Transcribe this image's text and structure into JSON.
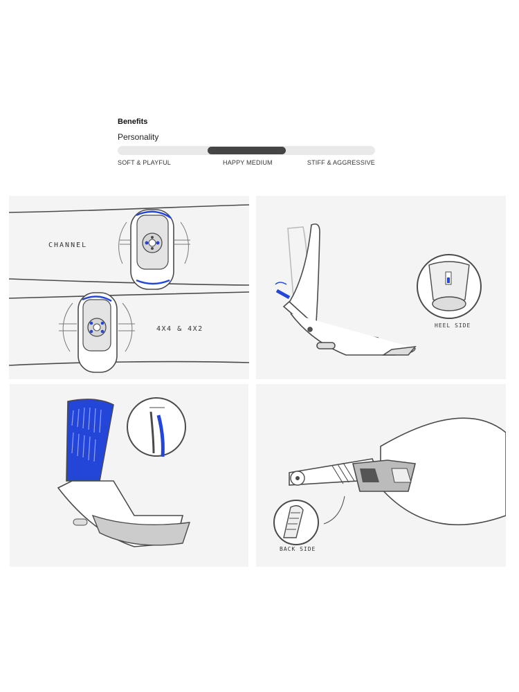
{
  "benefits": {
    "title": "Benefits",
    "subtitle": "Personality",
    "slider": {
      "value": 0.5,
      "labels": {
        "left": "SOFT & PLAYFUL",
        "center": "HAPPY MEDIUM",
        "right": "STIFF & AGGRESSIVE"
      }
    }
  },
  "panels": {
    "mounting": {
      "channel_label": "CHANNEL",
      "disc_label": "4X4 & 4X2"
    },
    "heel": {
      "caption": "HEEL SIDE"
    },
    "highback": {},
    "strap": {
      "caption": "BACK SIDE"
    }
  },
  "colors": {
    "accent": "#2446d8",
    "line": "#4a4a4a",
    "panel_bg": "#f4f4f4",
    "slider_fill": "#454545",
    "slider_track": "#e9e9e9"
  }
}
